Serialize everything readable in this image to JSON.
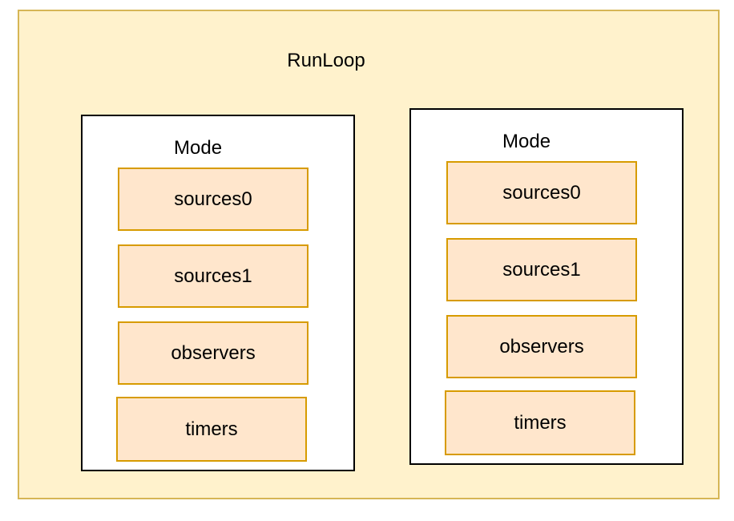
{
  "runloop": {
    "title": "RunLoop"
  },
  "modes": [
    {
      "title": "Mode",
      "items": [
        "sources0",
        "sources1",
        "observers",
        "timers"
      ]
    },
    {
      "title": "Mode",
      "items": [
        "sources0",
        "sources1",
        "observers",
        "timers"
      ]
    }
  ],
  "colors": {
    "runloop_fill": "#fff2cc",
    "runloop_border": "#d6b656",
    "item_fill": "#ffe6cc",
    "item_border": "#d79b00",
    "mode_border": "#000000"
  }
}
